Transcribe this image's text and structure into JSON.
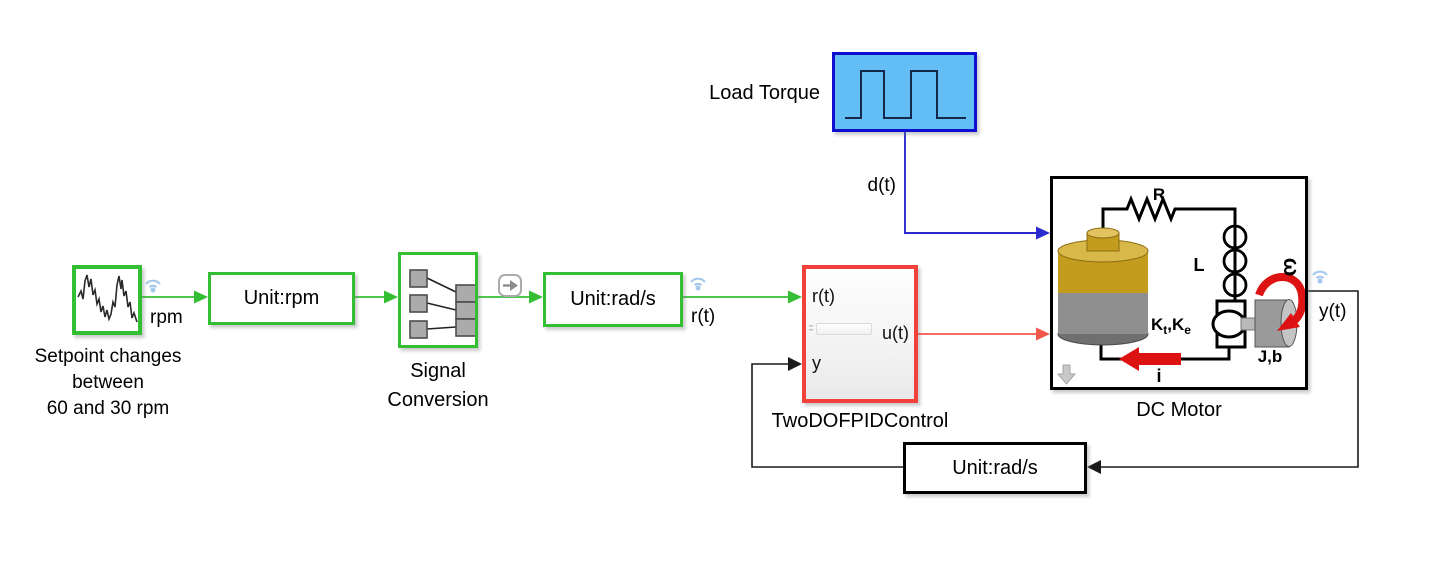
{
  "colors": {
    "green": "#33BE33",
    "red": "#F0413A",
    "red_line": "#F4564C",
    "blue_border": "#0F0FD2",
    "blue_fill": "#63BEF5",
    "blue_line": "#2A2ACD",
    "wifi": "#A4C8EC"
  },
  "icons": {
    "logging_badge": "wifi-arcs-with-dot",
    "propagation_badge": "right-arrow-in-rounded-square"
  },
  "setpoint": {
    "annotation_line1": "Setpoint changes",
    "annotation_line2": "between",
    "annotation_line3": "60 and 30 rpm",
    "output_signal": "rpm"
  },
  "unit_rpm": {
    "label": "Unit:rpm"
  },
  "signal_conversion": {
    "name_line1": "Signal",
    "name_line2": "Conversion"
  },
  "unit_rad_s": {
    "label": "Unit:rad/s",
    "output_signal": "r(t)"
  },
  "controller": {
    "name": "TwoDOFPIDControl",
    "port_in1": "r(t)",
    "port_in2": "y",
    "port_out": "u(t)"
  },
  "load_torque": {
    "name": "Load Torque",
    "output_signal": "d(t)"
  },
  "dc_motor": {
    "name": "DC Motor",
    "output_signal": "y(t)",
    "resistor": "R",
    "inductor": "L",
    "k_main1": "K",
    "k_sub1": "t",
    "k_main2": ",K",
    "k_sub2": "e",
    "inertia": "J,b",
    "omega": "ω",
    "current": "i"
  },
  "feedback_unit": {
    "label": "Unit:rad/s"
  }
}
